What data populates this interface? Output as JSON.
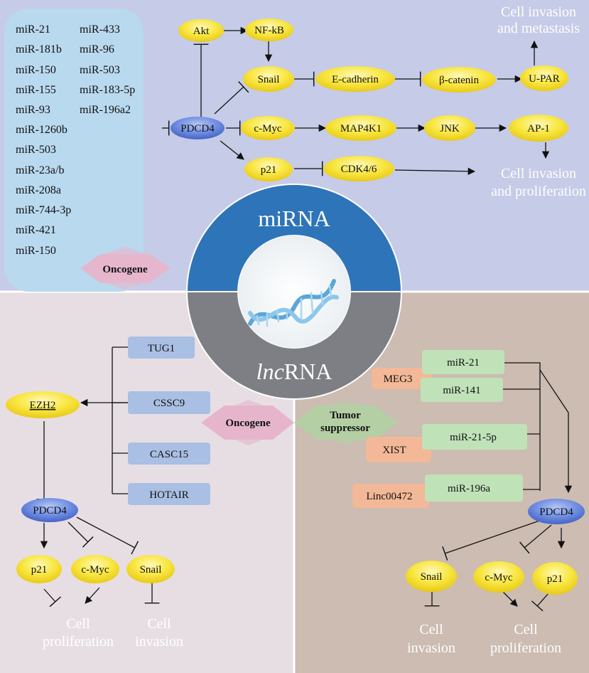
{
  "mirna_list": {
    "col1": [
      "miR-21",
      "miR-181b",
      "miR-150",
      "miR-155",
      "miR-93",
      "miR-1260b",
      "miR-503",
      "miR-23a/b",
      "miR-208a",
      "miR-744-3p",
      "miR-421",
      "miR-150"
    ],
    "col2": [
      "miR-433",
      "miR-96",
      "miR-503",
      "miR-183-5p",
      "miR-196a2"
    ],
    "badge": "Oncogene"
  },
  "top_nodes": {
    "akt": "Akt",
    "nfkb": "NF-kB",
    "snail": "Snail",
    "ecadherin": "E-cadherin",
    "bcatenin": "β-catenin",
    "upar": "U-PAR",
    "pdcd4": "PDCD4",
    "cmyc": "c-Myc",
    "map4k1": "MAP4K1",
    "jnk": "JNK",
    "ap1": "AP-1",
    "p21": "p21",
    "cdk46": "CDK4/6"
  },
  "top_outcomes": {
    "metastasis_line1": "Cell invasion",
    "metastasis_line2": "and metastasis",
    "prolif_line1": "Cell invasion",
    "prolif_line2": "and proliferation"
  },
  "center": {
    "top_label": "miRNA",
    "bottom_label_italic": "lnc",
    "bottom_label_rest": "RNA"
  },
  "left_panel": {
    "lncrnas": [
      "TUG1",
      "CSSC9",
      "CASC15",
      "HOTAIR"
    ],
    "badge": "Oncogene",
    "ezh2": "EZH2",
    "pdcd4": "PDCD4",
    "p21": "p21",
    "cmyc": "c-Myc",
    "snail": "Snail",
    "outcome_prolif_1": "Cell",
    "outcome_prolif_2": "proliferation",
    "outcome_inv_1": "Cell",
    "outcome_inv_2": "invasion"
  },
  "right_panel": {
    "badge_line1": "Tumor",
    "badge_line2": "suppressor",
    "lncrnas": [
      "MEG3",
      "XIST",
      "Linc00472"
    ],
    "mirnas": [
      "miR-21",
      "miR-141",
      "miR-21-5p",
      "miR-196a"
    ],
    "pdcd4": "PDCD4",
    "snail": "Snail",
    "cmyc": "c-Myc",
    "p21": "p21",
    "outcome_inv_1": "Cell",
    "outcome_inv_2": "invasion",
    "outcome_prolif_1": "Cell",
    "outcome_prolif_2": "proliferation"
  },
  "colors": {
    "top_bg": "#c5cae6",
    "left_bg": "#e6dde3",
    "right_bg": "#cbbbb0",
    "mir_list_bg": "#b8d8ee",
    "node_yellow": "#f7e33c",
    "node_blue": "#5f7fd8",
    "ring_blue": "#2e74b8",
    "ring_gray": "#7d7f84",
    "lnc_box": "#a9bfe3",
    "mir_box": "#bfe2b8",
    "lncr_box": "#f3b897",
    "badge_pink": "#e7b7cc",
    "badge_green": "#b5cfa5"
  }
}
